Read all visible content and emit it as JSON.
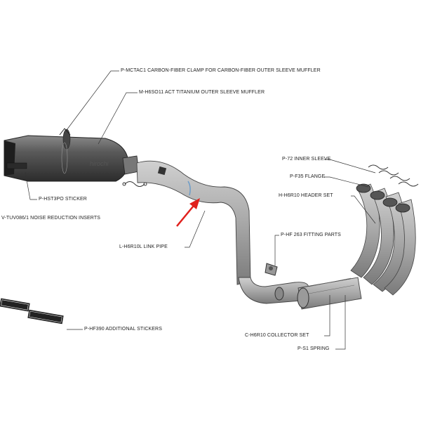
{
  "labels": {
    "clamp": "P-MCTAC1   CARBON-FIBER CLAMP FOR CARBON-FIBER OUTER SLEEVE MUFFLER",
    "muffler": "M-H6SO11 ACT  TITANIUM OUTER SLEEVE MUFFLER",
    "sticker": "P-HST3PO  STICKER",
    "inserts": "V-TUV086/1  NOISE REDUCTION INSERTS",
    "link_pipe": "L-H6R10L  LINK PIPE",
    "inner_sleeve": "P-72  INNER SLEEVE",
    "flange": "P-F35  FLANGE",
    "header_set": "H-H6R10 HEADER SET",
    "fitting_parts": "P-HF 263  FITTING PARTS",
    "additional_stickers": "P-HF390  ADDITIONAL STICKERS",
    "collector_set": "C-H6R10  COLLECTOR SET",
    "spring": "P-S1  SPRING"
  },
  "watermark": "hirochi",
  "colors": {
    "line": "#333333",
    "arrow": "#e0201c",
    "pipe_fill": "#b8b8b8",
    "dark": "#3a3a3a"
  }
}
